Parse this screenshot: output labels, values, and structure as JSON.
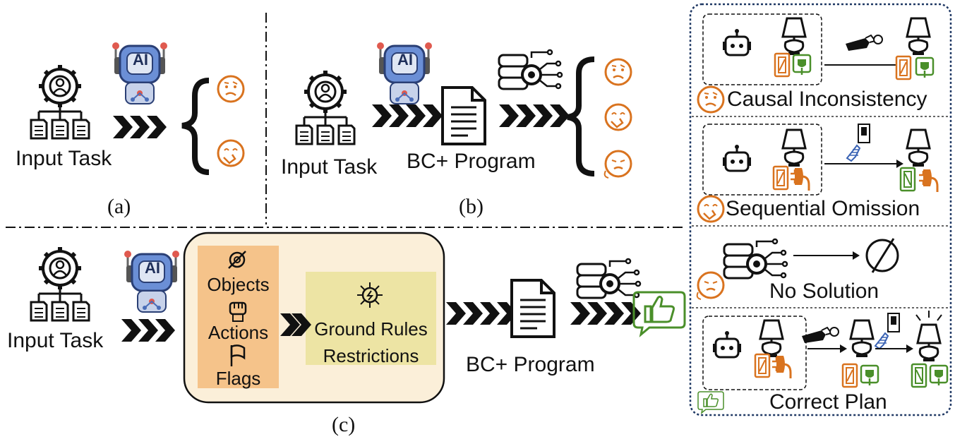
{
  "section_a": {
    "input_label": "Input Task",
    "caption": "(a)",
    "robot_badge": "AI"
  },
  "section_b": {
    "input_label": "Input Task",
    "program_label": "BC+ Program",
    "caption": "(b)",
    "robot_badge": "AI"
  },
  "section_c": {
    "input_label": "Input Task",
    "robot_badge": "AI",
    "objects_label": "Objects",
    "actions_label": "Actions",
    "flags_label": "Flags",
    "ground_rules_label": "Ground Rules",
    "restrictions_label": "Restrictions",
    "program_label": "BC+ Program",
    "caption": "(c)"
  },
  "legend": {
    "causal": "Causal Inconsistency",
    "sequential": "Sequential Omission",
    "no_solution": "No Solution",
    "correct": "Correct Plan"
  },
  "colors": {
    "orange": "#d9731f",
    "green": "#4a8f2a",
    "box_fill": "#fbefd9",
    "orange_fill": "#f5c38a",
    "yellow_fill": "#ede4a4",
    "robot_blue": "#6b8fd6"
  }
}
